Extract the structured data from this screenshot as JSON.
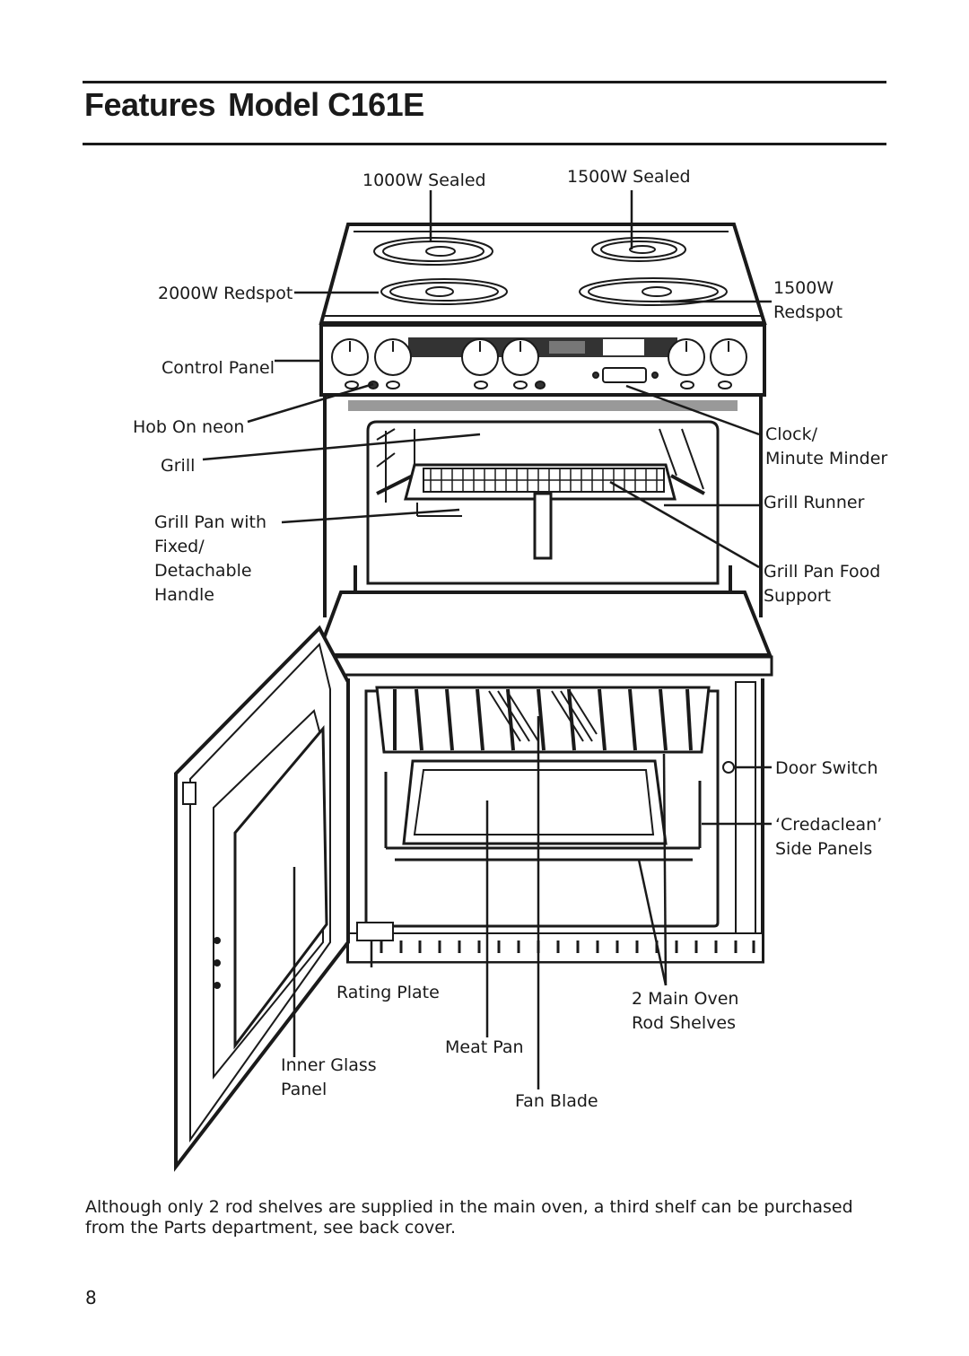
{
  "title": {
    "part1": "Features",
    "part2": "Model C161E"
  },
  "labels": {
    "sealed_1000": "1000W Sealed",
    "sealed_1500": "1500W Sealed",
    "redspot_2000": "2000W Redspot",
    "redspot_1500_line1": "1500W",
    "redspot_1500_line2": "Redspot",
    "control_panel": "Control Panel",
    "hob_on_neon": "Hob On neon",
    "grill": "Grill",
    "grill_pan_line1": "Grill Pan with",
    "grill_pan_line2": "Fixed/",
    "grill_pan_line3": "Detachable",
    "grill_pan_line4": "Handle",
    "clock_line1": "Clock/",
    "clock_line2": "Minute Minder",
    "grill_runner": "Grill Runner",
    "food_support_line1": "Grill Pan Food",
    "food_support_line2": "Support",
    "door_switch": "Door Switch",
    "credaclean_line1": "‘Credaclean’",
    "credaclean_line2": "Side Panels",
    "rating_plate": "Rating Plate",
    "main_oven_line1": "2 Main Oven",
    "main_oven_line2": "Rod Shelves",
    "meat_pan": "Meat Pan",
    "inner_glass_line1": "Inner Glass",
    "inner_glass_line2": "Panel",
    "fan_blade": "Fan Blade"
  },
  "note": "Although only 2 rod shelves are supplied in the main oven, a third shelf can be purchased from the Parts department, see back  cover.",
  "page_number": "8"
}
